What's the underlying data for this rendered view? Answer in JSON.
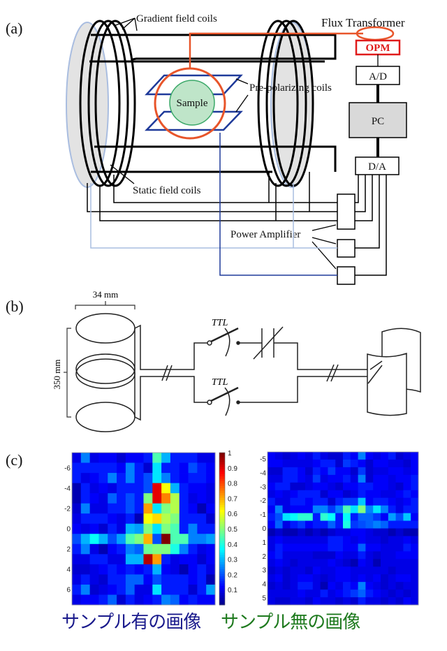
{
  "panels": {
    "a": {
      "label": "(a)",
      "labels": {
        "gradient": "Gradient field coils",
        "flux": "Flux Transformer",
        "opm": "OPM",
        "ad": "A/D",
        "pc": "PC",
        "da": "D/A",
        "sample": "Sample",
        "prepol": "Pre-polarizing coils",
        "static": "Static field coils",
        "amp": "Power Amplifier"
      },
      "colors": {
        "flux_line": "#e8552a",
        "opm_text": "#e01b1b",
        "prepol": "#1f3a9a",
        "sample_fill": "#bfe5c9",
        "sample_stroke": "#3aa868",
        "shell_fill": "#e3e3e3",
        "shell_stroke": "#a9bde0",
        "pc_fill": "#d9d9d9"
      }
    },
    "b": {
      "label": "(b)",
      "labels": {
        "width": "34 mm",
        "height": "350 mm",
        "ttl_top": "TTL",
        "ttl_bottom": "TTL"
      }
    },
    "c": {
      "label": "(c)",
      "colorbar_ticks": [
        "1",
        "0.9",
        "0.8",
        "0.7",
        "0.6",
        "0.5",
        "0.4",
        "0.3",
        "0.2",
        "0.1"
      ],
      "caption_left": "サンプル有の画像",
      "caption_right": "サンプル無の画像",
      "caption_left_color": "#1a1a8c",
      "caption_right_color": "#1e7a1e"
    }
  },
  "chart_data": [
    {
      "type": "heatmap",
      "title": "サンプル有の画像",
      "ytick_labels": [
        "-6",
        "-4",
        "-2",
        "0",
        "2",
        "4",
        "6"
      ],
      "y_range": [
        -7,
        7
      ],
      "colorbar": {
        "range": [
          0,
          1
        ],
        "colormap": "jet"
      },
      "values": [
        [
          0.1,
          0.25,
          0.1,
          0.12,
          0.12,
          0.08,
          0.12,
          0.12,
          0.15,
          0.45,
          0.3,
          0.15,
          0.15,
          0.15,
          0.1,
          0.1
        ],
        [
          0.15,
          0.15,
          0.15,
          0.15,
          0.15,
          0.12,
          0.25,
          0.15,
          0.08,
          0.35,
          0.15,
          0.15,
          0.12,
          0.2,
          0.15,
          0.12
        ],
        [
          0.15,
          0.1,
          0.12,
          0.15,
          0.25,
          0.15,
          0.25,
          0.15,
          0.2,
          0.35,
          0.25,
          0.15,
          0.12,
          0.15,
          0.15,
          0.12
        ],
        [
          0.05,
          0.15,
          0.1,
          0.12,
          0.1,
          0.15,
          0.15,
          0.15,
          0.2,
          0.9,
          0.62,
          0.3,
          0.15,
          0.12,
          0.12,
          0.1
        ],
        [
          0.05,
          0.15,
          0.12,
          0.1,
          0.22,
          0.15,
          0.2,
          0.15,
          0.5,
          0.9,
          0.75,
          0.55,
          0.15,
          0.1,
          0.12,
          0.1
        ],
        [
          0.08,
          0.25,
          0.1,
          0.1,
          0.15,
          0.15,
          0.2,
          0.15,
          0.72,
          0.35,
          0.5,
          0.55,
          0.15,
          0.12,
          0.05,
          0.12
        ],
        [
          0.1,
          0.15,
          0.15,
          0.15,
          0.12,
          0.1,
          0.15,
          0.05,
          0.62,
          0.66,
          0.55,
          0.5,
          0.15,
          0.15,
          0.15,
          0.08
        ],
        [
          0.12,
          0.1,
          0.12,
          0.08,
          0.15,
          0.1,
          0.3,
          0.28,
          0.5,
          0.35,
          0.5,
          0.45,
          0.15,
          0.25,
          0.15,
          0.15
        ],
        [
          0.2,
          0.3,
          0.38,
          0.3,
          0.2,
          0.28,
          0.45,
          0.5,
          0.7,
          0.2,
          1.0,
          0.45,
          0.45,
          0.25,
          0.25,
          0.28
        ],
        [
          0.15,
          0.25,
          0.1,
          0.05,
          0.12,
          0.15,
          0.25,
          0.22,
          0.48,
          0.5,
          0.5,
          0.4,
          0.25,
          0.15,
          0.1,
          0.12
        ],
        [
          0.1,
          0.1,
          0.15,
          0.15,
          0.1,
          0.1,
          0.3,
          0.3,
          0.95,
          0.72,
          0.15,
          0.1,
          0.12,
          0.12,
          0.08,
          0.12
        ],
        [
          0.08,
          0.08,
          0.1,
          0.12,
          0.15,
          0.12,
          0.15,
          0.12,
          0.15,
          0.3,
          0.12,
          0.1,
          0.05,
          0.12,
          0.15,
          0.1
        ],
        [
          0.1,
          0.15,
          0.1,
          0.08,
          0.15,
          0.15,
          0.22,
          0.22,
          0.12,
          0.2,
          0.15,
          0.15,
          0.15,
          0.12,
          0.15,
          0.05
        ],
        [
          0.15,
          0.25,
          0.08,
          0.1,
          0.12,
          0.15,
          0.22,
          0.1,
          0.1,
          0.35,
          0.15,
          0.15,
          0.15,
          0.08,
          0.15,
          0.28
        ],
        [
          0.1,
          0.12,
          0.12,
          0.15,
          0.22,
          0.08,
          0.15,
          0.1,
          0.12,
          0.15,
          0.25,
          0.22,
          0.12,
          0.15,
          0.12,
          0.12
        ]
      ]
    },
    {
      "type": "heatmap",
      "title": "サンプル無の画像",
      "ytick_labels": [
        "-5",
        "-4",
        "-3",
        "-2",
        "-1",
        "0",
        "1",
        "2",
        "3",
        "4",
        "5"
      ],
      "y_range": [
        -5,
        5
      ],
      "colorbar": {
        "range": [
          0,
          1
        ],
        "colormap": "jet"
      },
      "values": [
        [
          0.12,
          0.1,
          0.08,
          0.1,
          0.12,
          0.1,
          0.15,
          0.1,
          0.08,
          0.08,
          0.15,
          0.12,
          0.25,
          0.12,
          0.1,
          0.12,
          0.15,
          0.08,
          0.1,
          0.12
        ],
        [
          0.12,
          0.12,
          0.1,
          0.1,
          0.1,
          0.1,
          0.12,
          0.15,
          0.15,
          0.08,
          0.18,
          0.15,
          0.12,
          0.08,
          0.12,
          0.12,
          0.1,
          0.1,
          0.08,
          0.12
        ],
        [
          0.08,
          0.08,
          0.15,
          0.15,
          0.12,
          0.08,
          0.15,
          0.12,
          0.18,
          0.12,
          0.12,
          0.08,
          0.18,
          0.08,
          0.1,
          0.1,
          0.12,
          0.12,
          0.1,
          0.12
        ],
        [
          0.1,
          0.1,
          0.15,
          0.15,
          0.12,
          0.1,
          0.18,
          0.1,
          0.12,
          0.12,
          0.15,
          0.1,
          0.25,
          0.08,
          0.12,
          0.12,
          0.1,
          0.12,
          0.12,
          0.15
        ],
        [
          0.12,
          0.15,
          0.15,
          0.08,
          0.08,
          0.1,
          0.12,
          0.12,
          0.1,
          0.08,
          0.12,
          0.12,
          0.15,
          0.15,
          0.12,
          0.12,
          0.1,
          0.08,
          0.12,
          0.15
        ],
        [
          0.1,
          0.12,
          0.1,
          0.12,
          0.15,
          0.15,
          0.15,
          0.08,
          0.12,
          0.12,
          0.08,
          0.1,
          0.15,
          0.12,
          0.12,
          0.1,
          0.1,
          0.12,
          0.15,
          0.12
        ],
        [
          0.15,
          0.1,
          0.1,
          0.15,
          0.15,
          0.12,
          0.15,
          0.15,
          0.08,
          0.15,
          0.18,
          0.18,
          0.32,
          0.12,
          0.15,
          0.15,
          0.12,
          0.1,
          0.12,
          0.15
        ],
        [
          0.12,
          0.25,
          0.1,
          0.12,
          0.12,
          0.12,
          0.25,
          0.25,
          0.18,
          0.25,
          0.45,
          0.35,
          0.5,
          0.25,
          0.35,
          0.25,
          0.15,
          0.1,
          0.15,
          0.15
        ],
        [
          0.15,
          0.2,
          0.35,
          0.38,
          0.42,
          0.42,
          0.15,
          0.42,
          0.38,
          0.15,
          0.38,
          0.15,
          0.22,
          0.22,
          0.18,
          0.12,
          0.28,
          0.2,
          0.32,
          0.12
        ],
        [
          0.12,
          0.22,
          0.1,
          0.15,
          0.18,
          0.12,
          0.15,
          0.15,
          0.22,
          0.15,
          0.4,
          0.18,
          0.2,
          0.22,
          0.25,
          0.22,
          0.15,
          0.15,
          0.15,
          0.15
        ],
        [
          0.05,
          0.08,
          0.05,
          0.05,
          0.08,
          0.05,
          0.08,
          0.05,
          0.08,
          0.1,
          0.1,
          0.12,
          0.12,
          0.1,
          0.08,
          0.08,
          0.05,
          0.08,
          0.05,
          0.05
        ],
        [
          0.1,
          0.12,
          0.1,
          0.1,
          0.1,
          0.1,
          0.1,
          0.1,
          0.15,
          0.15,
          0.12,
          0.1,
          0.12,
          0.1,
          0.1,
          0.08,
          0.1,
          0.1,
          0.12,
          0.1
        ],
        [
          0.1,
          0.15,
          0.12,
          0.12,
          0.12,
          0.12,
          0.12,
          0.12,
          0.15,
          0.15,
          0.12,
          0.12,
          0.22,
          0.12,
          0.12,
          0.1,
          0.1,
          0.1,
          0.15,
          0.12
        ],
        [
          0.12,
          0.15,
          0.1,
          0.1,
          0.1,
          0.1,
          0.08,
          0.08,
          0.08,
          0.12,
          0.1,
          0.1,
          0.15,
          0.1,
          0.08,
          0.1,
          0.1,
          0.12,
          0.12,
          0.12
        ],
        [
          0.1,
          0.12,
          0.1,
          0.08,
          0.1,
          0.1,
          0.1,
          0.1,
          0.12,
          0.1,
          0.08,
          0.05,
          0.12,
          0.1,
          0.05,
          0.1,
          0.1,
          0.1,
          0.1,
          0.1
        ],
        [
          0.08,
          0.1,
          0.08,
          0.1,
          0.1,
          0.08,
          0.12,
          0.1,
          0.1,
          0.12,
          0.12,
          0.1,
          0.1,
          0.1,
          0.1,
          0.1,
          0.08,
          0.1,
          0.1,
          0.1
        ],
        [
          0.1,
          0.12,
          0.08,
          0.1,
          0.12,
          0.12,
          0.1,
          0.08,
          0.1,
          0.12,
          0.12,
          0.1,
          0.12,
          0.1,
          0.12,
          0.08,
          0.1,
          0.12,
          0.12,
          0.1
        ],
        [
          0.08,
          0.1,
          0.08,
          0.1,
          0.15,
          0.15,
          0.1,
          0.05,
          0.12,
          0.1,
          0.15,
          0.12,
          0.25,
          0.12,
          0.1,
          0.08,
          0.1,
          0.08,
          0.1,
          0.1
        ],
        [
          0.1,
          0.1,
          0.1,
          0.1,
          0.12,
          0.1,
          0.1,
          0.15,
          0.1,
          0.12,
          0.15,
          0.18,
          0.22,
          0.15,
          0.12,
          0.1,
          0.08,
          0.1,
          0.08,
          0.1
        ],
        [
          0.1,
          0.08,
          0.08,
          0.1,
          0.1,
          0.08,
          0.12,
          0.1,
          0.1,
          0.08,
          0.1,
          0.08,
          0.15,
          0.1,
          0.1,
          0.08,
          0.1,
          0.08,
          0.12,
          0.1
        ]
      ]
    }
  ]
}
